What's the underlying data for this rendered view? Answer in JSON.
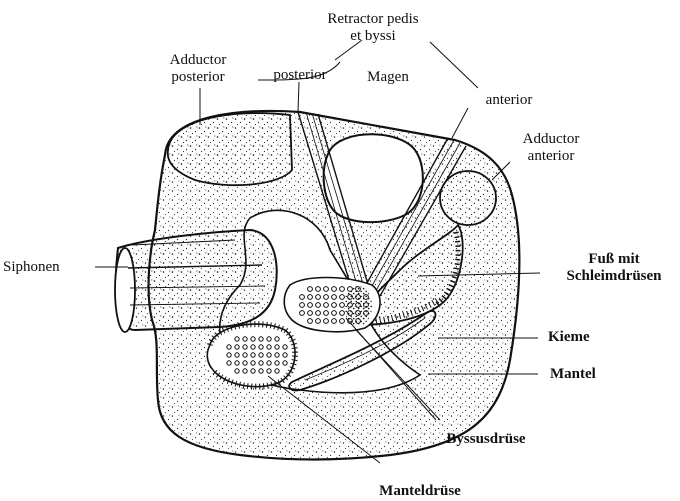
{
  "labels": {
    "retractor_1": "Retractor pedis",
    "retractor_2": "et byssi",
    "adductor_post_1": "Adductor",
    "adductor_post_2": "posterior",
    "posterior": "posterior",
    "magen": "Magen",
    "anterior": "anterior",
    "adductor_ant_1": "Adductor",
    "adductor_ant_2": "anterior",
    "siphonen": "Siphonen",
    "fuss_1": "Fuß mit",
    "fuss_2": "Schleimdrüsen",
    "kieme": "Kieme",
    "mantel": "Mantel",
    "byssusdruese": "Byssusdrüse",
    "manteldruese": "Manteldrüse"
  },
  "colors": {
    "ink": "#111111",
    "background": "#ffffff",
    "stipple": "#2a2a2a"
  }
}
